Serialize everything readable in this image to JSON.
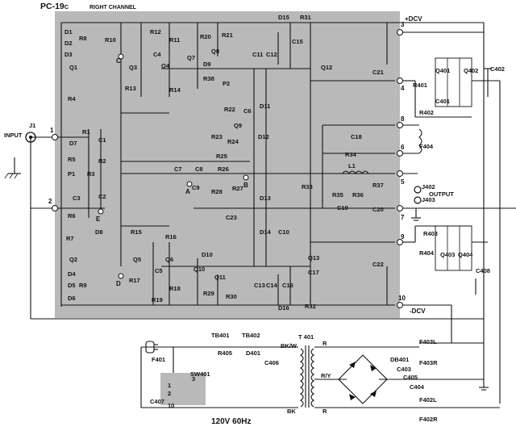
{
  "title": {
    "model": "PC-19",
    "suffix": "C",
    "channel": "RIGHT CHANNEL"
  },
  "rails": {
    "positive": "+DCV",
    "negative": "-DCV"
  },
  "input": {
    "jack": "J1",
    "label": "INPUT",
    "terminal_1": "1",
    "terminal_2": "2"
  },
  "output": {
    "label": "OUTPUT",
    "jack_a": "J402",
    "jack_b": "J403"
  },
  "mains": {
    "voltage": "120V 60Hz"
  },
  "test_points": [
    "A",
    "B",
    "C",
    "D",
    "E"
  ],
  "terminals": [
    {
      "n": "3"
    },
    {
      "n": "4"
    },
    {
      "n": "8"
    },
    {
      "n": "6"
    },
    {
      "n": "5"
    },
    {
      "n": "7"
    },
    {
      "n": "9"
    },
    {
      "n": "10"
    }
  ],
  "components": [
    {
      "ref": "D1"
    },
    {
      "ref": "D2"
    },
    {
      "ref": "D3"
    },
    {
      "ref": "R8"
    },
    {
      "ref": "Q1"
    },
    {
      "ref": "R4"
    },
    {
      "ref": "R1"
    },
    {
      "ref": "D7"
    },
    {
      "ref": "C1"
    },
    {
      "ref": "R5"
    },
    {
      "ref": "R2"
    },
    {
      "ref": "P1"
    },
    {
      "ref": "R3"
    },
    {
      "ref": "C3"
    },
    {
      "ref": "C2"
    },
    {
      "ref": "R6"
    },
    {
      "ref": "D8"
    },
    {
      "ref": "R7"
    },
    {
      "ref": "Q2"
    },
    {
      "ref": "D4"
    },
    {
      "ref": "D5"
    },
    {
      "ref": "R9"
    },
    {
      "ref": "D6"
    },
    {
      "ref": "R10"
    },
    {
      "ref": "R12"
    },
    {
      "ref": "R11"
    },
    {
      "ref": "C4"
    },
    {
      "ref": "Q3"
    },
    {
      "ref": "Q4"
    },
    {
      "ref": "R13"
    },
    {
      "ref": "R14"
    },
    {
      "ref": "R20"
    },
    {
      "ref": "R21"
    },
    {
      "ref": "Q7"
    },
    {
      "ref": "Q8"
    },
    {
      "ref": "D9"
    },
    {
      "ref": "R38"
    },
    {
      "ref": "P2"
    },
    {
      "ref": "R22"
    },
    {
      "ref": "C6"
    },
    {
      "ref": "Q9"
    },
    {
      "ref": "R23"
    },
    {
      "ref": "R24"
    },
    {
      "ref": "D15"
    },
    {
      "ref": "R31"
    },
    {
      "ref": "C15"
    },
    {
      "ref": "C11"
    },
    {
      "ref": "C12"
    },
    {
      "ref": "Q12"
    },
    {
      "ref": "C21"
    },
    {
      "ref": "D11"
    },
    {
      "ref": "D12"
    },
    {
      "ref": "R25"
    },
    {
      "ref": "R26"
    },
    {
      "ref": "C7"
    },
    {
      "ref": "C8"
    },
    {
      "ref": "C9"
    },
    {
      "ref": "R27"
    },
    {
      "ref": "R28"
    },
    {
      "ref": "C23"
    },
    {
      "ref": "D13"
    },
    {
      "ref": "D14"
    },
    {
      "ref": "R33"
    },
    {
      "ref": "C10"
    },
    {
      "ref": "C18"
    },
    {
      "ref": "R34"
    },
    {
      "ref": "L1"
    },
    {
      "ref": "R35"
    },
    {
      "ref": "R36"
    },
    {
      "ref": "R37"
    },
    {
      "ref": "C19"
    },
    {
      "ref": "C20"
    },
    {
      "ref": "R15"
    },
    {
      "ref": "R16"
    },
    {
      "ref": "Q5"
    },
    {
      "ref": "Q6"
    },
    {
      "ref": "C5"
    },
    {
      "ref": "R17"
    },
    {
      "ref": "R18"
    },
    {
      "ref": "R19"
    },
    {
      "ref": "D10"
    },
    {
      "ref": "Q10"
    },
    {
      "ref": "Q11"
    },
    {
      "ref": "R29"
    },
    {
      "ref": "R30"
    },
    {
      "ref": "Q13"
    },
    {
      "ref": "C17"
    },
    {
      "ref": "C16"
    },
    {
      "ref": "C13"
    },
    {
      "ref": "C14"
    },
    {
      "ref": "D16"
    },
    {
      "ref": "R32"
    },
    {
      "ref": "C22"
    },
    {
      "ref": "Q401"
    },
    {
      "ref": "Q402"
    },
    {
      "ref": "C402"
    },
    {
      "ref": "R401"
    },
    {
      "ref": "C401"
    },
    {
      "ref": "R402"
    },
    {
      "ref": "F404"
    },
    {
      "ref": "R403"
    },
    {
      "ref": "R404"
    },
    {
      "ref": "Q403"
    },
    {
      "ref": "Q404"
    },
    {
      "ref": "C408"
    },
    {
      "ref": "TB401"
    },
    {
      "ref": "TB402"
    },
    {
      "ref": "R405"
    },
    {
      "ref": "D401"
    },
    {
      "ref": "C406"
    },
    {
      "ref": "F401"
    },
    {
      "ref": "SW401"
    },
    {
      "ref": "C407"
    },
    {
      "ref": "F403L"
    },
    {
      "ref": "F403R"
    },
    {
      "ref": "C403"
    },
    {
      "ref": "C404"
    },
    {
      "ref": "C405"
    },
    {
      "ref": "F402L"
    },
    {
      "ref": "F402R"
    },
    {
      "ref": "DB401"
    }
  ],
  "transformer": {
    "ref": "T 401",
    "primary_top": "BK/W",
    "primary_bottom": "BK",
    "sec_r": "R",
    "sec_ry": "R/Y",
    "sec_r2": "R"
  },
  "switch_pins": {
    "p1": "1",
    "p2": "2",
    "p3": "3",
    "p10": "10"
  }
}
